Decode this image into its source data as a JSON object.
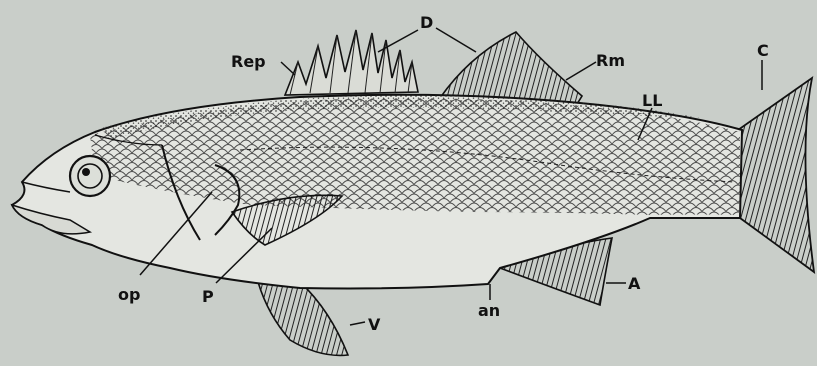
{
  "labels": {
    "rep": "Rep",
    "d": "D",
    "rm": "Rm",
    "c": "C",
    "ll": "LL",
    "op": "op",
    "p": "P",
    "v": "V",
    "an": "an",
    "a": "A"
  },
  "colors": {
    "background": "#c9cec9",
    "ink": "#111111",
    "body": "#e4e6e1"
  }
}
